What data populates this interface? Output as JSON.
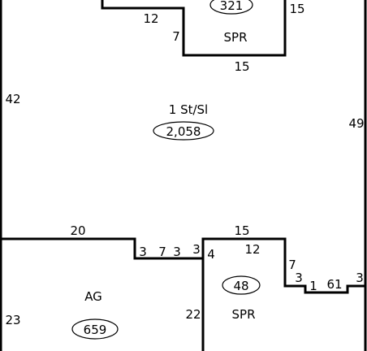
{
  "areas": [
    {
      "label": "1 St/Sl",
      "sqft": "2,058"
    },
    {
      "label": "SPR",
      "sqft": "321"
    },
    {
      "label": "SPR",
      "sqft": "48"
    },
    {
      "label": "AG",
      "sqft": "659"
    }
  ],
  "dimensions": {
    "top_spr_left": "12",
    "top_spr_inner": "7",
    "top_spr_bottom": "15",
    "top_spr_right": "15",
    "main_left": "42",
    "main_right": "49",
    "main_bottom_left": "20",
    "main_bottom_mid": "15",
    "notch_a": "3",
    "notch_b": "7",
    "notch_c": "3",
    "notch_d": "3",
    "spr_low_left": "4",
    "spr_low_top": "12",
    "spr_low_step": "7",
    "spr_low_small1": "3",
    "spr_low_small2": "1",
    "spr_low_61": "61",
    "spr_low_small3": "3",
    "ag_left": "23",
    "ag_right": "22"
  },
  "colors": {
    "line": "#000000",
    "background": "#ffffff"
  }
}
